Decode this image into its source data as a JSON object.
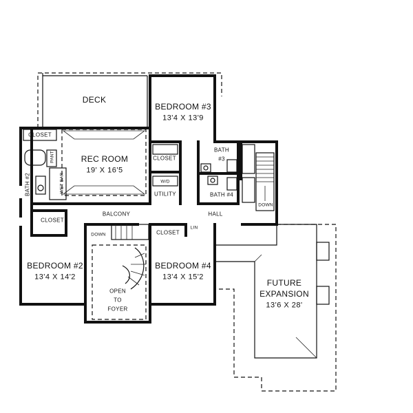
{
  "deck": {
    "name": "DECK"
  },
  "bedroom3": {
    "name": "BEDROOM #3",
    "dims": "13'4 X 13'9"
  },
  "rec_room": {
    "name": "REC ROOM",
    "dims": "19' X 16'5"
  },
  "closet_top": "CLOSET",
  "closet_mid": "CLOSET",
  "closet_left": "CLOSET",
  "closet_stair": "CLOSET",
  "bath3": {
    "line1": "BATH",
    "line2": "#3"
  },
  "bath4": "BATH #4",
  "bath2": "BATH #2",
  "wet_bar": "WET BAR",
  "pant": "PANT",
  "utility": "UTILITY",
  "wd": "W/D",
  "balcony": "BALCONY",
  "hall": "HALL",
  "down_left": "DOWN",
  "down_right": "DOWN",
  "lin": "LIN",
  "bedroom2": {
    "name": "BEDROOM #2",
    "dims": "13'4 X 14'2"
  },
  "bedroom4": {
    "name": "BEDROOM #4",
    "dims": "13'4 X 15'2"
  },
  "open_to_foyer": {
    "line1": "OPEN",
    "line2": "TO",
    "line3": "FOYER"
  },
  "future_expansion": {
    "line1": "FUTURE",
    "line2": "EXPANSION",
    "line3": "13'6 X 28'"
  }
}
